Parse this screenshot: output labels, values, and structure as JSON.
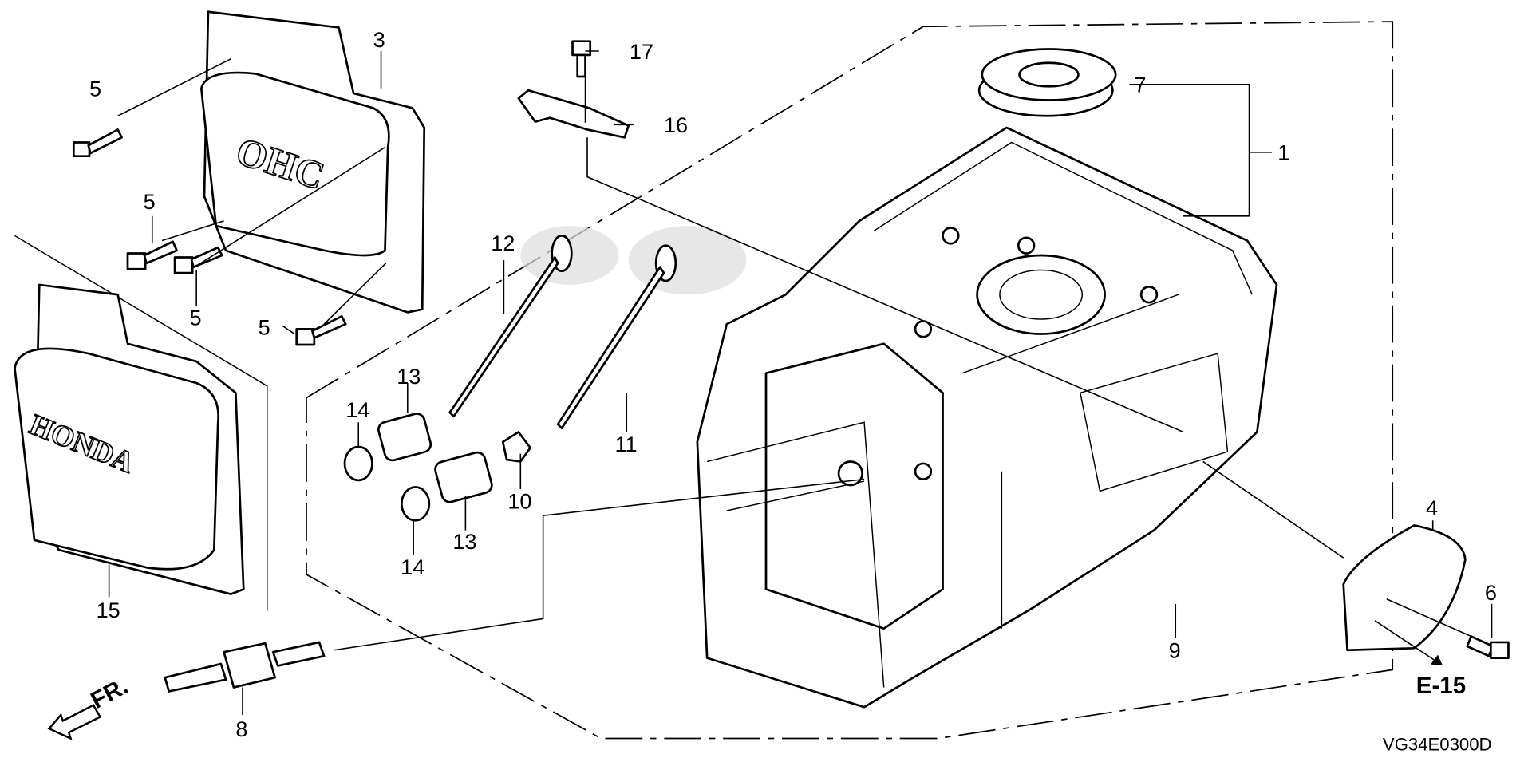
{
  "diagram": {
    "callouts": {
      "c1": "1",
      "c3": "3",
      "c4": "4",
      "c5a": "5",
      "c5b": "5",
      "c5c": "5",
      "c5d": "5",
      "c6": "6",
      "c7": "7",
      "c8": "8",
      "c9": "9",
      "c10": "10",
      "c11": "11",
      "c12": "12",
      "c13a": "13",
      "c13b": "13",
      "c14a": "14",
      "c14b": "14",
      "c15": "15",
      "c16": "16",
      "c17": "17"
    },
    "reference": "E-15",
    "front_label": "FR.",
    "drawing_code": "VG34E0300D",
    "emblems": {
      "ohc": "OHC",
      "honda": "HONDA"
    }
  }
}
